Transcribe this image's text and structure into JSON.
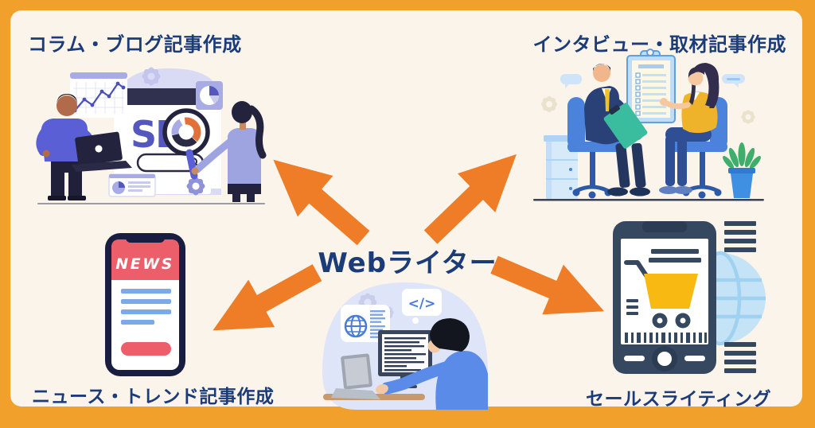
{
  "center": {
    "title": "Webライター",
    "code_symbol": "</>"
  },
  "nodes": {
    "top_left": {
      "label": "コラム・ブログ記事作成",
      "seo_text": "SEO"
    },
    "top_right": {
      "label": "インタビュー・取材記事作成"
    },
    "bottom_left": {
      "label": "ニュース・トレンド記事作成",
      "news_text": "NEWS"
    },
    "bottom_right": {
      "label": "セールスライティング"
    }
  },
  "edges": [
    {
      "from": "Webライター",
      "to": "コラム・ブログ記事作成",
      "direction": "top-left"
    },
    {
      "from": "Webライター",
      "to": "インタビュー・取材記事作成",
      "direction": "top-right"
    },
    {
      "from": "Webライター",
      "to": "ニュース・トレンド記事作成",
      "direction": "bottom-left"
    },
    {
      "from": "Webライター",
      "to": "セールスライティング",
      "direction": "bottom-right"
    }
  ],
  "colors": {
    "frame": "#F1A12B",
    "panel": "#FBF4EB",
    "label_text": "#1B3B79",
    "arrow": "#EF7C26",
    "news_red": "#EC5F6A",
    "cart_yellow": "#F9B913",
    "seo_indigo": "#5357BE"
  }
}
